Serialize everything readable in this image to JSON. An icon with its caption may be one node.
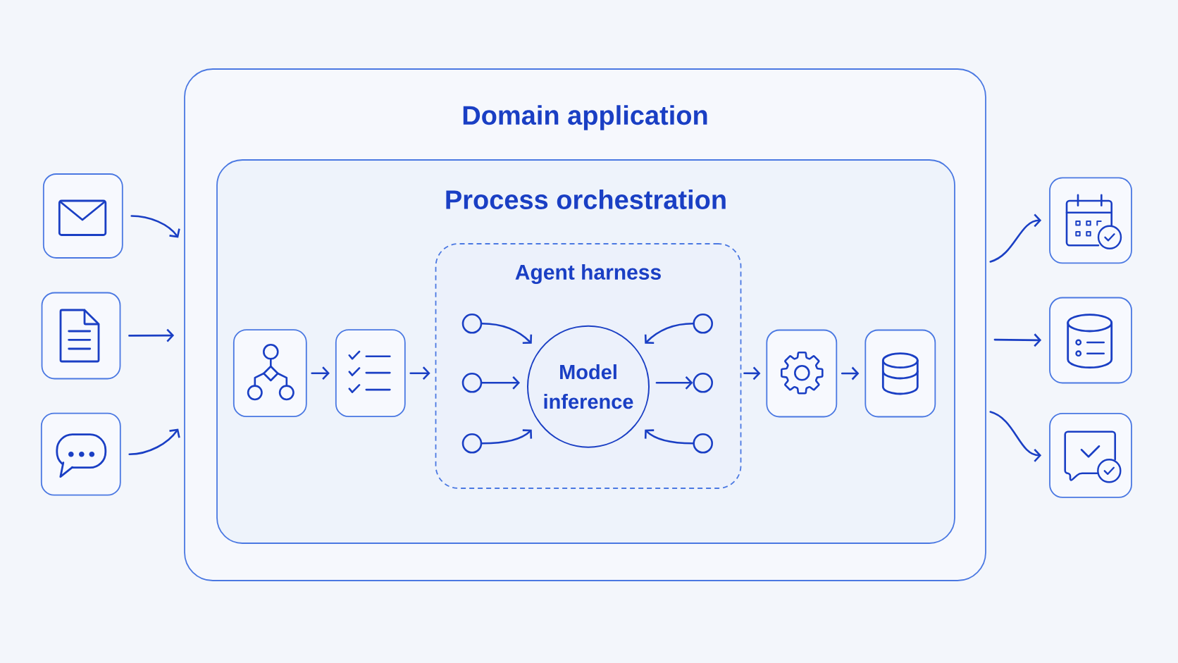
{
  "diagram": {
    "nodes": [
      {
        "text": [],
        "shape": "box"
      },
      {
        "text": [],
        "shape": "box"
      },
      {
        "text": [],
        "shape": "box"
      },
      {
        "text": [
          "Domain application"
        ]
      },
      {
        "text": [
          "Process orchestration"
        ],
        "in": 3
      },
      {
        "text": [],
        "shape": "box",
        "in": 4
      },
      {
        "text": [],
        "shape": "box",
        "in": 4
      },
      {
        "text": [
          "Agent harness"
        ],
        "in": 4
      },
      {
        "text": [
          "Model inference"
        ],
        "in": 7
      },
      {
        "text": [],
        "shape": "circle",
        "in": 7
      },
      {
        "text": [],
        "shape": "circle",
        "in": 7
      },
      {
        "text": [],
        "shape": "circle",
        "in": 7
      },
      {
        "text": [],
        "shape": "circle",
        "in": 7
      },
      {
        "text": [],
        "shape": "circle",
        "in": 7
      },
      {
        "text": [],
        "shape": "circle",
        "in": 7
      },
      {
        "text": [],
        "shape": "box",
        "in": 4
      },
      {
        "text": [],
        "shape": "box",
        "in": 4
      },
      {
        "text": [],
        "shape": "box"
      },
      {
        "text": [],
        "shape": "box"
      },
      {
        "text": [],
        "shape": "box"
      }
    ],
    "edges": [
      {
        "from": 0,
        "to": 3,
        "arrow": "to"
      },
      {
        "from": 1,
        "to": 3,
        "arrow": "to"
      },
      {
        "from": 2,
        "to": 3,
        "arrow": "to"
      },
      {
        "from": 5,
        "to": 6,
        "arrow": "to"
      },
      {
        "from": 6,
        "to": 7,
        "arrow": "to"
      },
      {
        "from": 9,
        "to": 8,
        "arrow": "to"
      },
      {
        "from": 10,
        "to": 8,
        "arrow": "to"
      },
      {
        "from": 11,
        "to": 8,
        "arrow": "to"
      },
      {
        "from": 12,
        "to": 8,
        "arrow": "to"
      },
      {
        "from": 8,
        "to": 13,
        "arrow": "to"
      },
      {
        "from": 14,
        "to": 8,
        "arrow": "to"
      },
      {
        "from": 7,
        "to": 15,
        "arrow": "to"
      },
      {
        "from": 15,
        "to": 16,
        "arrow": "to"
      },
      {
        "from": 3,
        "to": 17,
        "arrow": "to"
      },
      {
        "from": 3,
        "to": 18,
        "arrow": "to"
      },
      {
        "from": 3,
        "to": 19,
        "arrow": "to"
      }
    ]
  }
}
